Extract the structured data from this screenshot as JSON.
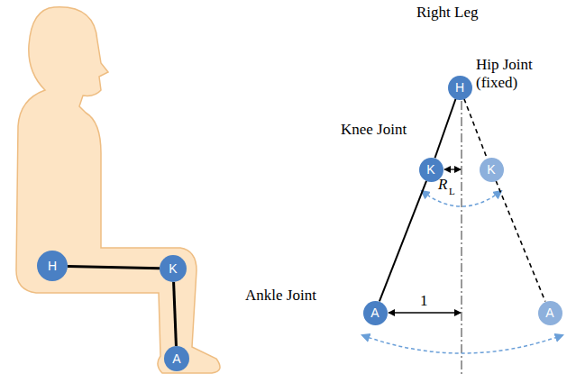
{
  "diagram": {
    "nodes": [
      {
        "text": [
          "H"
        ]
      },
      {
        "text": [
          "K"
        ]
      },
      {
        "text": [
          "A"
        ]
      },
      {
        "text": [
          "H"
        ]
      },
      {
        "text": [
          "K"
        ]
      },
      {
        "text": [
          "K"
        ]
      },
      {
        "text": [
          "A"
        ]
      },
      {
        "text": [
          "A"
        ]
      }
    ],
    "edges": [
      {
        "from": 0,
        "to": 1,
        "arrow": "none"
      },
      {
        "from": 1,
        "to": 2,
        "arrow": "none"
      },
      {
        "from": 3,
        "to": 4,
        "arrow": "none"
      },
      {
        "from": 4,
        "to": 6,
        "arrow": "none"
      },
      {
        "from": 3,
        "to": 5,
        "arrow": "none"
      },
      {
        "from": 5,
        "to": 7,
        "arrow": "none"
      }
    ],
    "labels": [
      "Right Leg",
      "Hip Joint (fixed)",
      "Knee Joint",
      "R",
      "L",
      "Ankle Joint",
      "1"
    ]
  }
}
